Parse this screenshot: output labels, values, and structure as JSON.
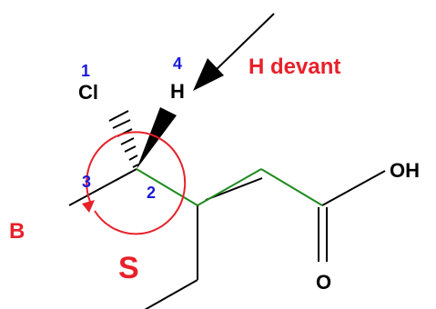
{
  "atoms": {
    "cl": "Cl",
    "h": "H",
    "oh": "OH",
    "o": "O"
  },
  "priorities": [
    "1",
    "2",
    "3",
    "4"
  ],
  "annotations": {
    "h_note": "H devant",
    "side": "B",
    "config": "S"
  },
  "colors": {
    "priority_numbers": "#1a1adb",
    "annotation": "#e8202a",
    "chain_highlight": "#1e8a1e",
    "bonds": "#000000"
  }
}
